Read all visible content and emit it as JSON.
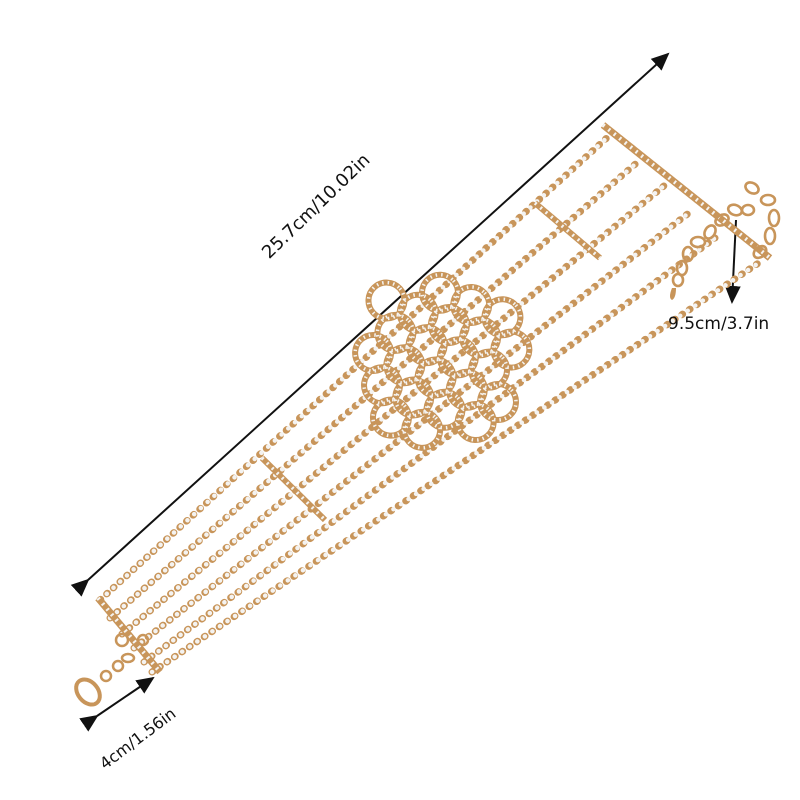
{
  "product": {
    "description": "Gold-tone multi-strand rhinestone choker with lattice centerpiece, lobster clasp and extender chain",
    "colors": {
      "metal": "#c8955a",
      "stone": "#f2f2f2",
      "stone_shadow": "#b9b4ae",
      "arrow": "#111111",
      "background": "#ffffff"
    }
  },
  "annotations": {
    "total_length": "25.7cm/10.02in",
    "extender_length": "9.5cm/3.7in",
    "width": "4cm/1.56in"
  }
}
